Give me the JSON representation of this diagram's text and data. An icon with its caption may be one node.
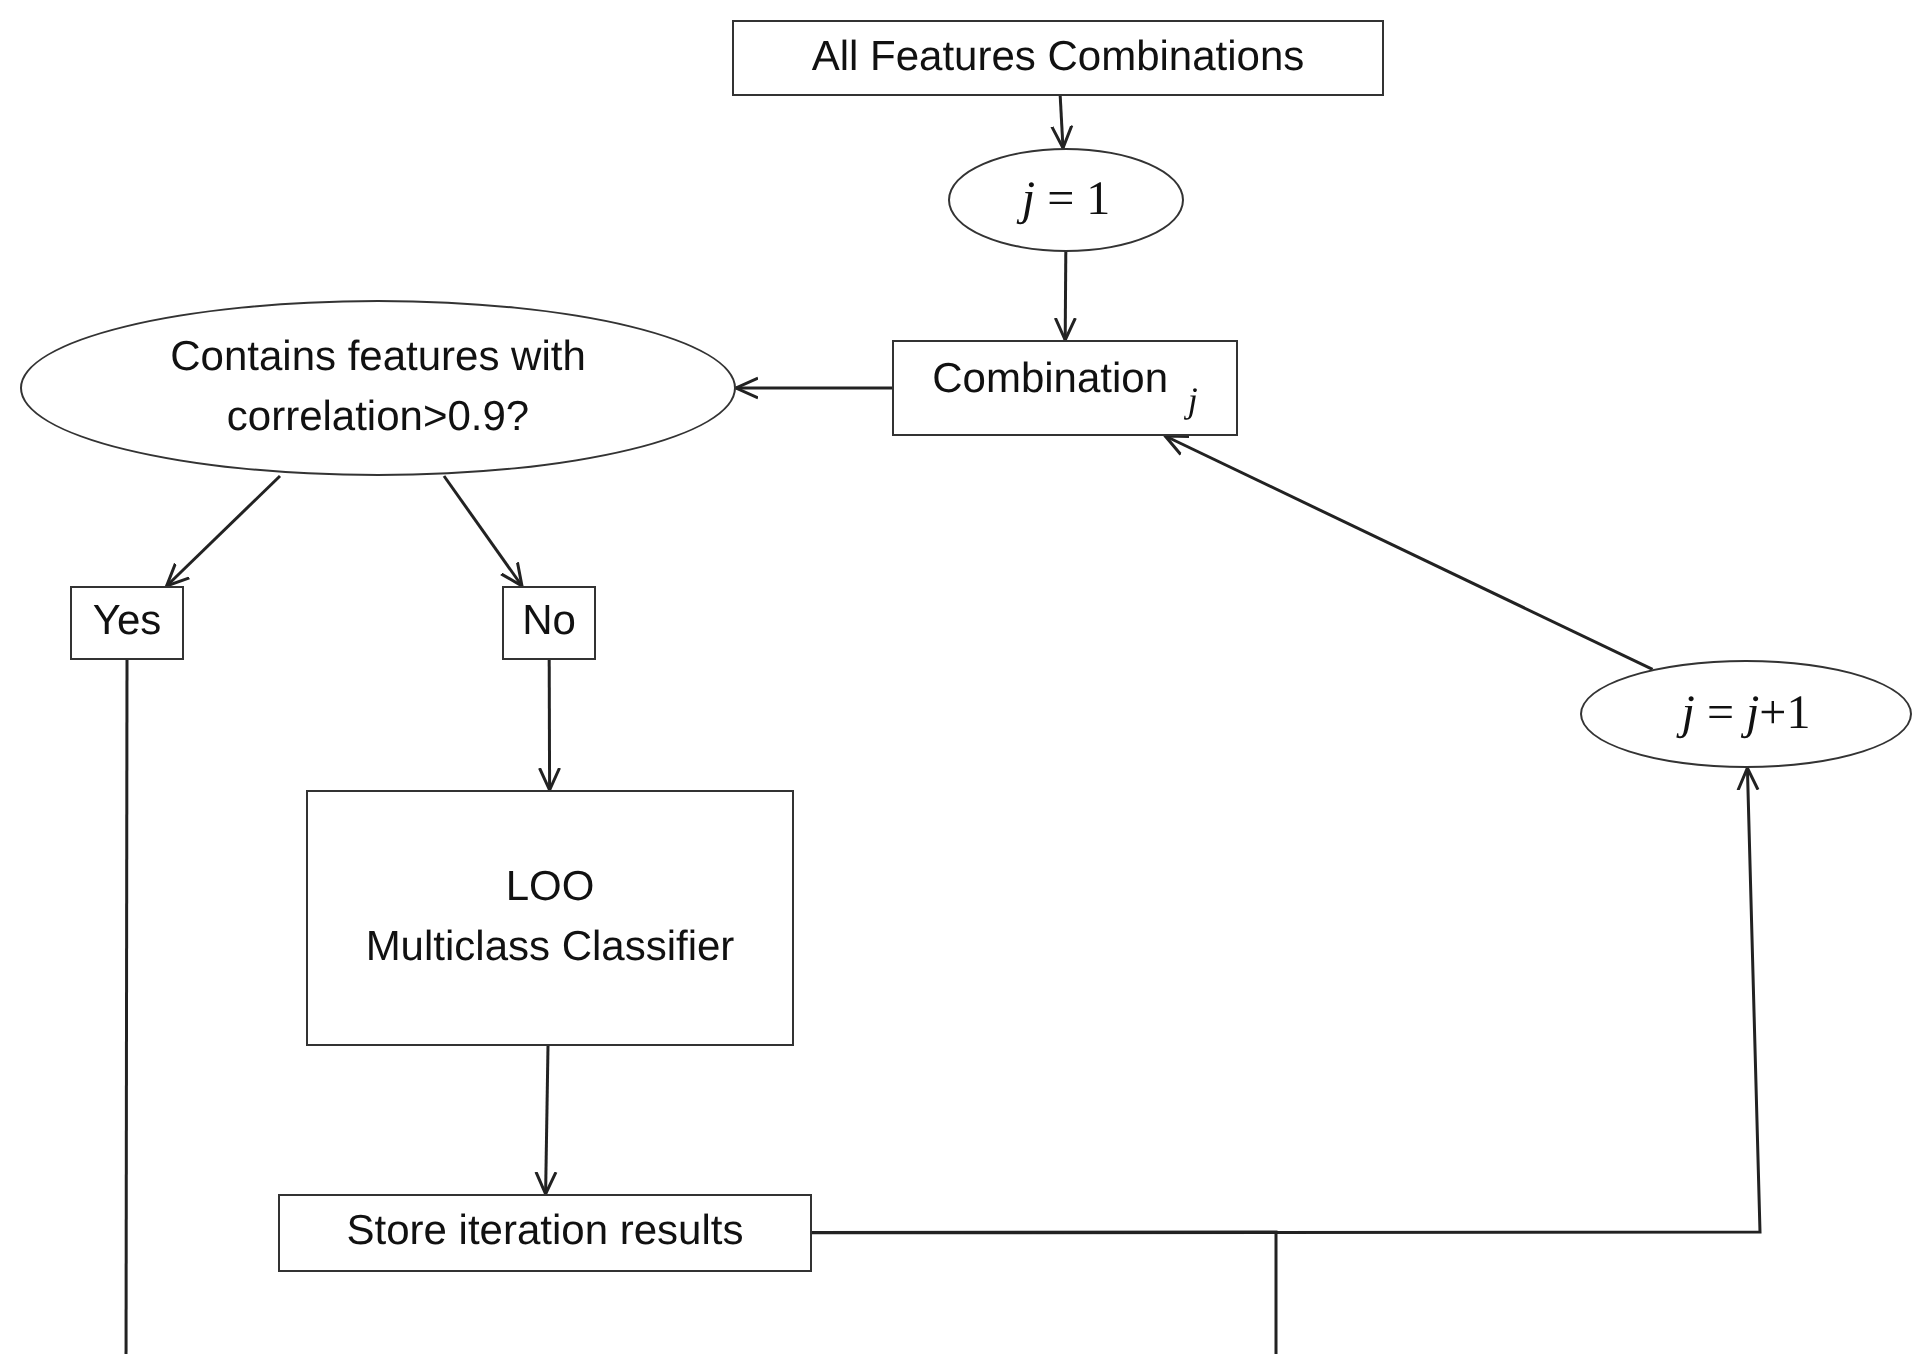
{
  "diagram": {
    "nodes": [
      {
        "text": [
          "All Features Combinations"
        ]
      },
      {
        "text": [
          "*j* = 1"
        ]
      },
      {
        "text": [
          "Combination $_{j}$"
        ]
      },
      {
        "text": [
          "Contains features with correlation>0.9?"
        ]
      },
      {
        "text": [
          "Yes"
        ]
      },
      {
        "text": [
          "No"
        ]
      },
      {
        "text": [
          "LOO",
          "Multiclass Classifier"
        ]
      },
      {
        "text": [
          "Store iteration results"
        ]
      },
      {
        "text": [
          "*j* = *j*+1"
        ]
      }
    ],
    "edges": [
      {
        "from": 0,
        "to": 1,
        "arrow": "to"
      },
      {
        "from": 1,
        "to": 2,
        "arrow": "to"
      },
      {
        "from": 2,
        "to": 3,
        "arrow": "to"
      },
      {
        "from": 3,
        "to": 4,
        "arrow": "to"
      },
      {
        "from": 3,
        "to": 5,
        "arrow": "to"
      },
      {
        "from": 5,
        "to": 6,
        "arrow": "to"
      },
      {
        "from": 6,
        "to": 7,
        "arrow": "to"
      },
      {
        "from": 7,
        "to": 8,
        "arrow": "to"
      },
      {
        "from": 8,
        "to": 2,
        "arrow": "to"
      },
      {
        "from": 4,
        "to": null,
        "arrow": "none"
      },
      {
        "from": 7,
        "to": null,
        "arrow": "none"
      }
    ]
  }
}
